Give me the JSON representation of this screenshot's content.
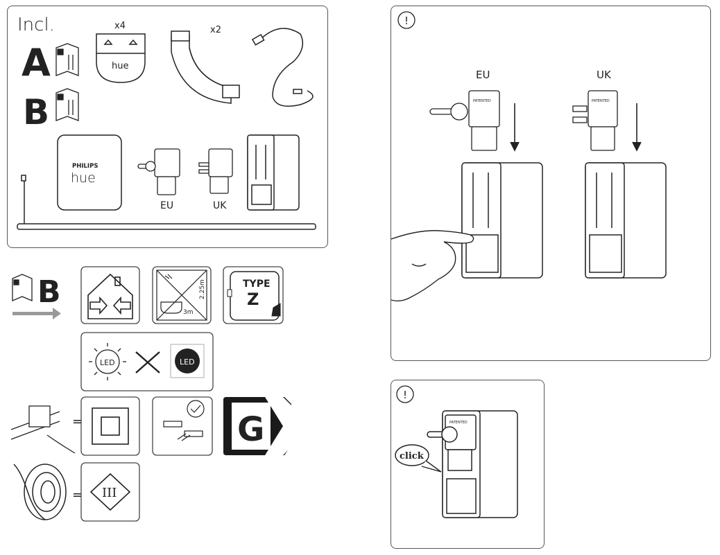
{
  "included": {
    "title": "Incl.",
    "label_a": "A",
    "label_b": "B",
    "qty_light_clip": "x4",
    "qty_corner_connector": "x2",
    "hue_text": "hue",
    "brand": "PHILIPS",
    "brand_product": "hue",
    "plug_eu": "EU",
    "plug_uk": "UK"
  },
  "specs": {
    "manual_ref": "B",
    "type_label": "TYPE",
    "type_value": "Z",
    "dim_height": "2.25m",
    "dim_width": "3m",
    "led_left": "LED",
    "led_right": "LED",
    "energy_class": "G",
    "protection_class": "III"
  },
  "plug_swap": {
    "warning_symbol": "!",
    "eu_label": "EU",
    "uk_label": "UK",
    "patented": "PATENTED"
  },
  "click_step": {
    "warning_symbol": "!",
    "click_text": "click",
    "patented": "PATENTED"
  }
}
